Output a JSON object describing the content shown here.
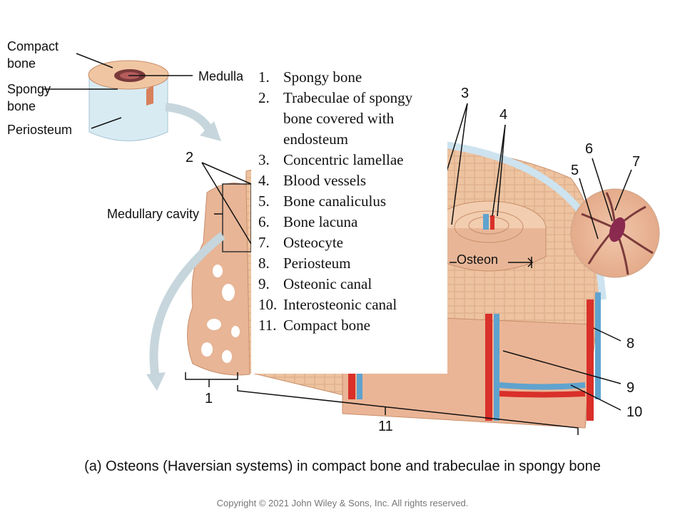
{
  "labels": {
    "compact_bone": [
      "Compact",
      "bone"
    ],
    "spongy_bone": [
      "Spongy",
      "bone"
    ],
    "periosteum": "Periosteum",
    "medulla_partial": "Medulla",
    "medullary_cavity": "Medullary cavity",
    "osteon": "Osteon"
  },
  "numbers": [
    "1",
    "2",
    "3",
    "4",
    "5",
    "6",
    "7",
    "8",
    "9",
    "10",
    "11"
  ],
  "key": [
    {
      "n": "1.",
      "text": "Spongy bone"
    },
    {
      "n": "2.",
      "text": "Trabeculae of spongy"
    },
    {
      "n": "",
      "text": "bone covered with"
    },
    {
      "n": "",
      "text": "endosteum"
    },
    {
      "n": "3.",
      "text": "Concentric lamellae"
    },
    {
      "n": "4.",
      "text": "Blood vessels"
    },
    {
      "n": "5.",
      "text": "Bone canaliculus"
    },
    {
      "n": "6.",
      "text": "Bone lacuna"
    },
    {
      "n": "7.",
      "text": "Osteocyte"
    },
    {
      "n": "8.",
      "text": "Periosteum"
    },
    {
      "n": "9.",
      "text": "Osteonic canal"
    },
    {
      "n": "10.",
      "text": "Interosteonic canal"
    },
    {
      "n": "11.",
      "text": "Compact bone"
    }
  ],
  "caption": "(a) Osteons (Haversian systems) in compact bone and trabeculae in spongy bone",
  "copyright": "Copyright © 2021 John Wiley & Sons, Inc. All rights reserved.",
  "colors": {
    "bone_tan": "#edc3a0",
    "bone_line": "#c98e6a",
    "periosteum_blue": "#cde3ef",
    "vessel_red": "#d9302a",
    "vessel_blue": "#5fa3cf",
    "osteocyte": "#8a2a4f"
  }
}
